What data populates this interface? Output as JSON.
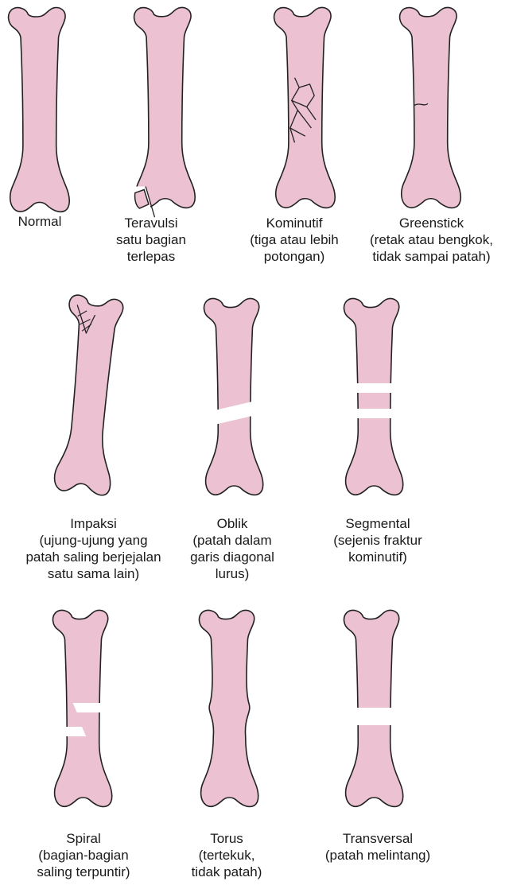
{
  "colors": {
    "bone_fill": "#ecc2d2",
    "stroke": "#222222",
    "text": "#1a1a1a"
  },
  "fractures": [
    {
      "key": "normal",
      "title": "Normal",
      "desc": ""
    },
    {
      "key": "teravulsi",
      "title": "Teravulsi",
      "desc": "satu bagian\nterlepas"
    },
    {
      "key": "kominutif",
      "title": "Kominutif",
      "desc": "(tiga atau lebih\npotongan)"
    },
    {
      "key": "greenstick",
      "title": "Greenstick",
      "desc": "(retak atau bengkok,\ntidak sampai patah)"
    },
    {
      "key": "impaksi",
      "title": "Impaksi",
      "desc": "(ujung-ujung yang\npatah saling berjejalan\nsatu sama lain)"
    },
    {
      "key": "oblik",
      "title": "Oblik",
      "desc": "(patah dalam\ngaris diagonal\nlurus)"
    },
    {
      "key": "segmental",
      "title": "Segmental",
      "desc": "(sejenis fraktur\nkominutif)"
    },
    {
      "key": "spiral",
      "title": "Spiral",
      "desc": "(bagian-bagian\nsaling terpuntir)"
    },
    {
      "key": "torus",
      "title": "Torus",
      "desc": "(tertekuk,\ntidak patah)"
    },
    {
      "key": "transversal",
      "title": "Transversal",
      "desc": "(patah melintang)"
    }
  ]
}
